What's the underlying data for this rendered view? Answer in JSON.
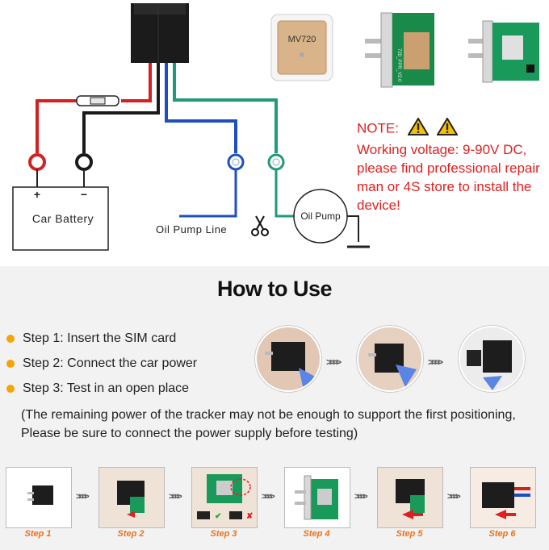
{
  "diagram": {
    "gps_module_label": "MV720",
    "battery_label": "Car Battery",
    "battery_plus": "+",
    "battery_minus": "−",
    "oil_pump_line_label": "Oil Pump Line",
    "oil_pump_label": "Oil Pump",
    "scissors_icon": "scissors-icon",
    "board_print": "720_PPR_V2.0"
  },
  "note": {
    "heading": "NOTE:",
    "text": "Working voltage: 9-90V DC, please find professional repair man or 4S store to install the device!",
    "warning_icon": "warning-triangle-icon"
  },
  "how_to_use": {
    "title": "How to Use",
    "steps": [
      "Step 1: Insert the SIM card",
      "Step 2: Connect the car power",
      "Step 3: Test in an open place"
    ],
    "footnote": "(The remaining power of the tracker may not be enough to support the first positioning, Please be sure to connect the power supply before testing)"
  },
  "step_strip": [
    {
      "label": "Step 1"
    },
    {
      "label": "Step 2"
    },
    {
      "label": "Step 3"
    },
    {
      "label": "Step 4"
    },
    {
      "label": "Step 5"
    },
    {
      "label": "Step 6"
    }
  ],
  "colors": {
    "red_wire": "#d42020",
    "black_wire": "#1a1a1a",
    "blue_wire": "#1f4fbf",
    "green_wire": "#1f9a7a",
    "note_red": "#e02020",
    "bullet": "#f5a400",
    "step_label": "#e8731c"
  }
}
